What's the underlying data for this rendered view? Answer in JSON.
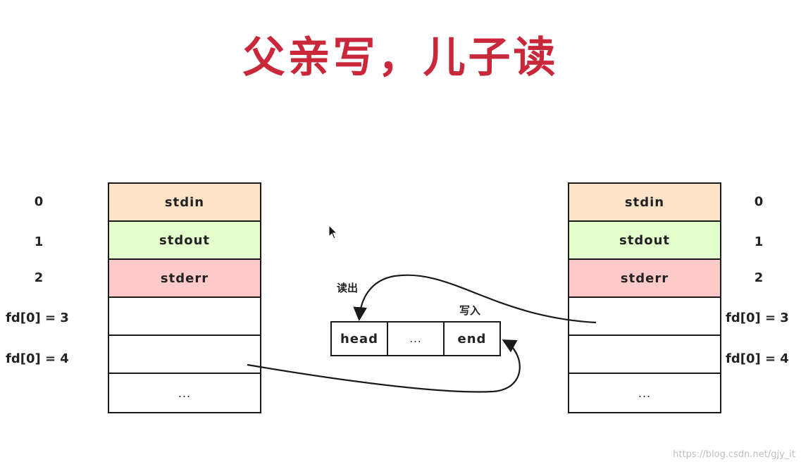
{
  "title": "父亲写，儿子读",
  "left_table": {
    "cells": [
      "stdin",
      "stdout",
      "stderr",
      "",
      "",
      "..."
    ],
    "index_labels": [
      "0",
      "1",
      "2",
      "fd[0] = 3",
      "fd[0] = 4"
    ]
  },
  "right_table": {
    "cells": [
      "stdin",
      "stdout",
      "stderr",
      "",
      "",
      "..."
    ],
    "index_labels": [
      "0",
      "1",
      "2",
      "fd[0] = 3",
      "fd[0] = 4"
    ]
  },
  "pipe": {
    "cells": [
      "head",
      "...",
      "end"
    ],
    "read_label": "读出",
    "write_label": "写入"
  },
  "colors": {
    "title": "#c8283a",
    "stdin": "#fde3c8",
    "stdout": "#e3fdcd",
    "stderr": "#fdc9c9"
  },
  "watermark": "https://blog.csdn.net/gjy_it"
}
